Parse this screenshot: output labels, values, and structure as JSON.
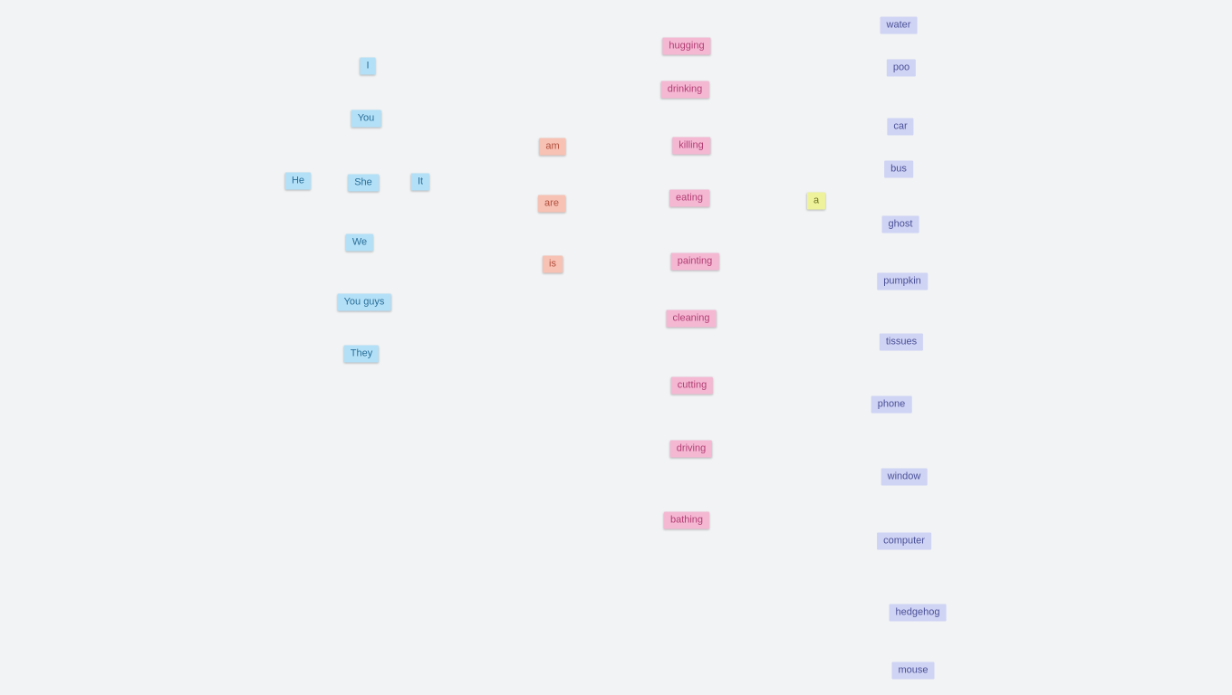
{
  "colors": {
    "background": "#f1f3f4",
    "pronoun_tile": "#b3e0f7",
    "be_tile": "#f7c1b4",
    "verb_tile": "#f4b8d3",
    "article_tile": "#eef29a",
    "noun_tile": "#cfd3f4"
  },
  "pronouns": [
    "I",
    "You",
    "He",
    "She",
    "It",
    "We",
    "You guys",
    "They"
  ],
  "be_verbs": [
    "am",
    "are",
    "is"
  ],
  "verbs": [
    "hugging",
    "drinking",
    "killing",
    "eating",
    "painting",
    "cleaning",
    "cutting",
    "driving",
    "bathing"
  ],
  "articles": [
    "a"
  ],
  "nouns": [
    "water",
    "poo",
    "car",
    "bus",
    "ghost",
    "pumpkin",
    "tissues",
    "phone",
    "window",
    "computer",
    "hedgehog",
    "mouse"
  ]
}
